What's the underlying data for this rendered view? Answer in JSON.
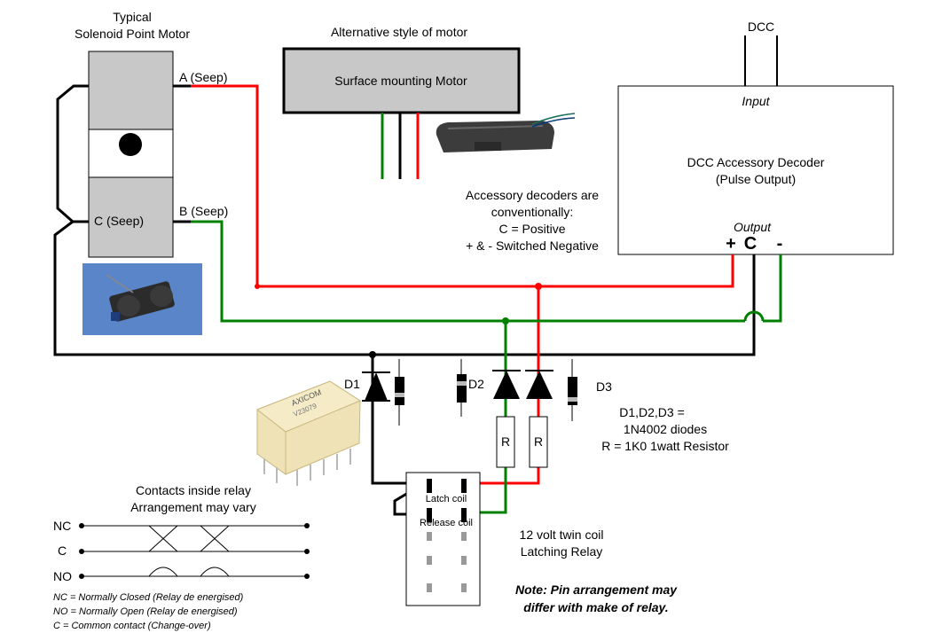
{
  "motor": {
    "title_line1": "Typical",
    "title_line2": "Solenoid Point Motor",
    "terminal_a": "A (Seep)",
    "terminal_b": "B (Seep)",
    "terminal_c": "C (Seep)"
  },
  "alt_motor": {
    "caption": "Alternative style of motor",
    "label": "Surface mounting Motor"
  },
  "decoder": {
    "dcc_label": "DCC",
    "input_label": "Input",
    "title_line1": "DCC Accessory Decoder",
    "title_line2": "(Pulse Output)",
    "output_label": "Output",
    "plus": "+",
    "common": "C",
    "minus": "-"
  },
  "accessory_note": {
    "line1": "Accessory decoders are",
    "line2": "conventionally:",
    "line3": "C = Positive",
    "line4": "+ & - Switched Negative"
  },
  "diodes": {
    "d1": "D1",
    "d2": "D2",
    "d3": "D3"
  },
  "resistor_label": "R",
  "legend": {
    "line1": "D1,D2,D3 =",
    "line2": "1N4002 diodes",
    "line3": "R = 1K0 1watt Resistor"
  },
  "relay": {
    "latch_coil": "Latch coil",
    "release_coil": "Release coil",
    "title_line1": "12 volt twin coil",
    "title_line2": "Latching Relay",
    "chip_brand": "AXICOM",
    "chip_code": "V23079"
  },
  "pin_note": {
    "line1": "Note: Pin arrangement may",
    "line2": "differ with make of relay."
  },
  "contacts": {
    "title_line1": "Contacts inside relay",
    "title_line2": "Arrangement may vary",
    "nc": "NC",
    "c": "C",
    "no": "NO",
    "key_nc": "NC = Normally Closed (Relay de energised)",
    "key_no": "NO = Normally Open (Relay de energised)",
    "key_c": "C = Common contact (Change-over)"
  },
  "colors": {
    "red": "#ff0000",
    "green": "#008000",
    "black": "#000000",
    "grey_fill": "#c8c8c8"
  }
}
